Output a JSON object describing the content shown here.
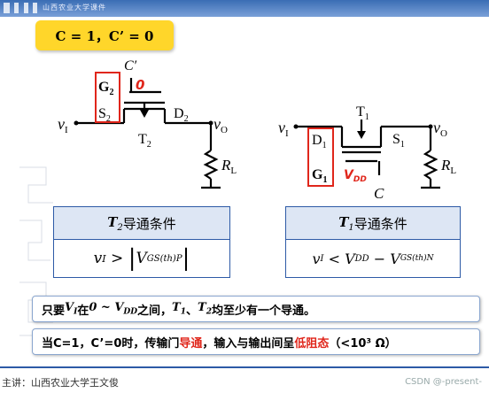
{
  "header": {
    "title": "山西农业大学课件"
  },
  "condition": "C = 1，C’ = 0",
  "left_circuit": {
    "gate_label": "G",
    "gate_sub": "2",
    "source_label": "S",
    "source_sub": "2",
    "drain_label": "D",
    "drain_sub": "2",
    "transistor_label": "T",
    "transistor_sub": "2",
    "cprime_label": "C′",
    "zero_label": "0",
    "vi_label": "v",
    "vi_sub": "I",
    "vo_label": "v",
    "vo_sub": "O",
    "rl_label": "R",
    "rl_sub": "L"
  },
  "right_circuit": {
    "transistor_label": "T",
    "transistor_sub": "1",
    "drain_label": "D",
    "drain_sub": "1",
    "gate_label": "G",
    "gate_sub": "1",
    "source_label": "S",
    "source_sub": "1",
    "vdd_label": "V",
    "vdd_sub": "DD",
    "c_label": "C",
    "vi_label": "v",
    "vi_sub": "I",
    "vo_label": "v",
    "vo_sub": "O",
    "rl_label": "R",
    "rl_sub": "L"
  },
  "table_left": {
    "header_t": "T",
    "header_sub": "2",
    "header_text": " 导通条件",
    "formula_lhs": "v",
    "formula_lhs_sub": "I",
    "formula_op": " > ",
    "formula_v": "V",
    "formula_v_sub": "GS(th)P"
  },
  "table_right": {
    "header_t": "T",
    "header_sub": "1",
    "header_text": " 导通条件",
    "formula_lhs": "v",
    "formula_lhs_sub": "I",
    "formula_op": " < ",
    "formula_v1": "V",
    "formula_v1_sub": "DD",
    "formula_minus": " − ",
    "formula_v2": "V",
    "formula_v2_sub": "GS(th)N"
  },
  "note1": {
    "p1": "只要 ",
    "v": "V",
    "v_sub": "I",
    "p2": " 在",
    "range": "0 ~ V",
    "range_sub": "DD",
    "p3": "之间，",
    "t1": "T",
    "t1_sub": "1",
    "p4": "、",
    "t2": "T",
    "t2_sub": "2",
    "p5": "均至少有一个导通。"
  },
  "note2": {
    "p1": "当C=1，C’=0时，传输门",
    "red1": "导通",
    "p2": "，输入与输出间呈",
    "red2": "低阻态",
    "p3": "（<10³ Ω）"
  },
  "footer": {
    "left": "主讲：山西农业大学王文俊",
    "right": "CSDN @-present-"
  },
  "colors": {
    "accent_red": "#e0261b",
    "title_bg": "#ffd62a",
    "table_border": "#2d5aa6"
  }
}
